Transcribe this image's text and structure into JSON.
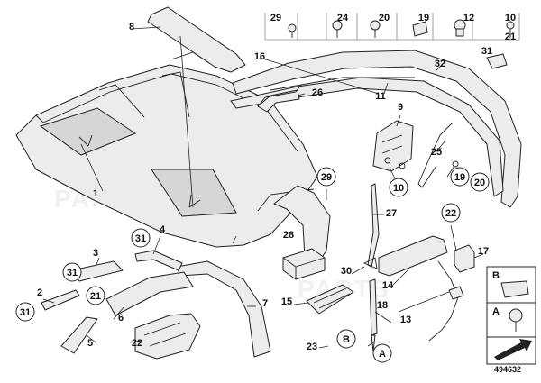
{
  "diagram_id": "494632",
  "callouts": [
    {
      "key": "c1",
      "text": "1",
      "circled": false
    },
    {
      "key": "c2",
      "text": "2",
      "circled": false
    },
    {
      "key": "c3",
      "text": "3",
      "circled": false
    },
    {
      "key": "c4",
      "text": "4",
      "circled": false
    },
    {
      "key": "c5",
      "text": "5",
      "circled": false
    },
    {
      "key": "c6",
      "text": "6",
      "circled": false
    },
    {
      "key": "c7",
      "text": "7",
      "circled": false
    },
    {
      "key": "c8",
      "text": "8",
      "circled": false
    },
    {
      "key": "c9",
      "text": "9",
      "circled": false
    },
    {
      "key": "c10a",
      "text": "10",
      "circled": false
    },
    {
      "key": "c10b",
      "text": "10",
      "circled": true
    },
    {
      "key": "c11",
      "text": "11",
      "circled": false
    },
    {
      "key": "c12",
      "text": "12",
      "circled": false
    },
    {
      "key": "c13",
      "text": "13",
      "circled": false
    },
    {
      "key": "c14",
      "text": "14",
      "circled": false
    },
    {
      "key": "c15",
      "text": "15",
      "circled": false
    },
    {
      "key": "c16",
      "text": "16",
      "circled": false
    },
    {
      "key": "c17",
      "text": "17",
      "circled": false
    },
    {
      "key": "c18",
      "text": "18",
      "circled": false
    },
    {
      "key": "c19a",
      "text": "19",
      "circled": false
    },
    {
      "key": "c19b",
      "text": "19",
      "circled": true
    },
    {
      "key": "c20a",
      "text": "20",
      "circled": false
    },
    {
      "key": "c20b",
      "text": "20",
      "circled": true
    },
    {
      "key": "c21a",
      "text": "21",
      "circled": false
    },
    {
      "key": "c21b",
      "text": "21",
      "circled": true
    },
    {
      "key": "c22a",
      "text": "22",
      "circled": true
    },
    {
      "key": "c22b",
      "text": "22",
      "circled": false
    },
    {
      "key": "c23",
      "text": "23",
      "circled": false
    },
    {
      "key": "c24",
      "text": "24",
      "circled": false
    },
    {
      "key": "c25",
      "text": "25",
      "circled": false
    },
    {
      "key": "c26",
      "text": "26",
      "circled": false
    },
    {
      "key": "c27",
      "text": "27",
      "circled": false
    },
    {
      "key": "c28",
      "text": "28",
      "circled": false
    },
    {
      "key": "c29a",
      "text": "29",
      "circled": false
    },
    {
      "key": "c29b",
      "text": "29",
      "circled": true
    },
    {
      "key": "c30",
      "text": "30",
      "circled": false
    },
    {
      "key": "c31a",
      "text": "31",
      "circled": false
    },
    {
      "key": "c31b",
      "text": "31",
      "circled": true
    },
    {
      "key": "c31c",
      "text": "31",
      "circled": true
    },
    {
      "key": "c31d",
      "text": "31",
      "circled": true
    },
    {
      "key": "c32",
      "text": "32",
      "circled": false
    },
    {
      "key": "cA1",
      "text": "A",
      "circled": true
    },
    {
      "key": "cB1",
      "text": "B",
      "circled": true
    }
  ],
  "legend": {
    "b_label": "B",
    "a_label": "A"
  }
}
